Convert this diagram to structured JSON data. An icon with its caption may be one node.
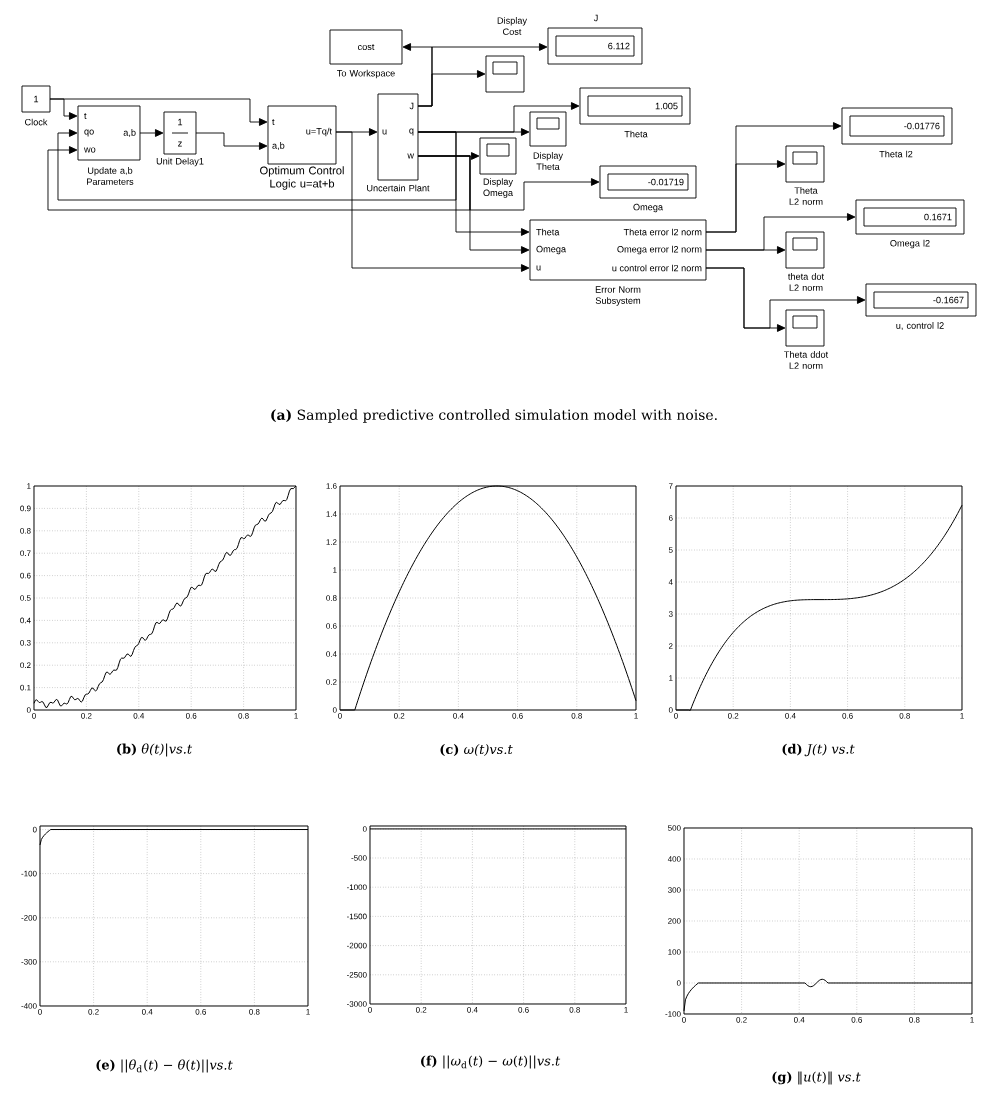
{
  "diagram": {
    "caption": "**(a)** Sampled predictive controlled simulation model with noise.",
    "nodes": [
      {
        "text": [
          "1"
        ],
        "beside": [
          "Clock"
        ]
      },
      {
        "text": [
          "t",
          "qo",
          "wo",
          "a,b"
        ],
        "beside": [
          "Update a,b Parameters"
        ]
      },
      {
        "text": [
          "1",
          "z"
        ],
        "beside": [
          "Unit Delay1"
        ]
      },
      {
        "text": [
          "t",
          "a,b",
          "u=Tq/t"
        ],
        "beside": [
          "Optimum Control Logic u=at+b"
        ]
      },
      {
        "text": [
          "u",
          "J",
          "q",
          "w"
        ],
        "beside": [
          "Uncertain Plant"
        ]
      },
      {
        "text": [
          "cost"
        ],
        "beside": [
          "To Workspace"
        ]
      },
      {
        "text": [],
        "shape": "box",
        "beside": [
          "Display Cost"
        ]
      },
      {
        "text": [
          "6.112"
        ],
        "beside": [
          "J"
        ]
      },
      {
        "text": [
          "1.005"
        ],
        "beside": [
          "Theta"
        ]
      },
      {
        "text": [],
        "shape": "box",
        "beside": [
          "Display Theta"
        ]
      },
      {
        "text": [],
        "shape": "box",
        "beside": [
          "Display Omega"
        ]
      },
      {
        "text": [
          "-0.01719"
        ],
        "beside": [
          "Omega"
        ]
      },
      {
        "text": [
          "Theta",
          "Omega",
          "u",
          "Theta error l2 norm",
          "Omega error l2 norm",
          "u control error l2 norm"
        ],
        "beside": [
          "Error Norm Subsystem"
        ]
      },
      {
        "text": [
          "-0.01776"
        ],
        "beside": [
          "Theta l2"
        ]
      },
      {
        "text": [],
        "shape": "box",
        "beside": [
          "Theta L2 norm"
        ]
      },
      {
        "text": [
          "0.1671"
        ],
        "beside": [
          "Omega l2"
        ]
      },
      {
        "text": [],
        "shape": "box",
        "beside": [
          "theta dot L2 norm"
        ]
      },
      {
        "text": [
          "-0.1667"
        ],
        "beside": [
          "u, control l2"
        ]
      },
      {
        "text": [],
        "shape": "box",
        "beside": [
          "Theta ddot L2 norm"
        ]
      }
    ],
    "edges": [
      {
        "from": 0,
        "to": 1,
        "arrow": "to"
      },
      {
        "from": 0,
        "to": 3,
        "arrow": "to"
      },
      {
        "from": 1,
        "to": 2,
        "arrow": "to"
      },
      {
        "from": 2,
        "to": 3,
        "arrow": "to"
      },
      {
        "from": 3,
        "to": 4,
        "arrow": "to"
      },
      {
        "from": 4,
        "to": 5,
        "arrow": "to"
      },
      {
        "from": 4,
        "to": 6,
        "arrow": "to"
      },
      {
        "from": 4,
        "to": 7,
        "arrow": "to"
      },
      {
        "from": 4,
        "to": 8,
        "arrow": "to"
      },
      {
        "from": 4,
        "to": 9,
        "arrow": "to"
      },
      {
        "from": 4,
        "to": 1,
        "arrow": "to"
      },
      {
        "from": 4,
        "to": 12,
        "arrow": "to"
      },
      {
        "from": 4,
        "to": 10,
        "arrow": "to"
      },
      {
        "from": 4,
        "to": 11,
        "arrow": "to"
      },
      {
        "from": 4,
        "to": 1,
        "arrow": "to"
      },
      {
        "from": 4,
        "to": 12,
        "arrow": "to"
      },
      {
        "from": 3,
        "to": 12,
        "arrow": "to"
      },
      {
        "from": 12,
        "to": 13,
        "arrow": "to"
      },
      {
        "from": 12,
        "to": 14,
        "arrow": "to"
      },
      {
        "from": 12,
        "to": 15,
        "arrow": "to"
      },
      {
        "from": 12,
        "to": 16,
        "arrow": "to"
      },
      {
        "from": 12,
        "to": 17,
        "arrow": "to"
      },
      {
        "from": 12,
        "to": 18,
        "arrow": "to"
      }
    ],
    "labels": [
      "1",
      "0.9",
      "0.8",
      "0.7",
      "0.6",
      "0.5",
      "0.4",
      "0.3",
      "0.2",
      "0.1",
      "0",
      "0",
      "0.2",
      "0.4",
      "0.6",
      "0.8",
      "1",
      "**(b)** *θ(t)|vs.t*",
      "1.6",
      "1.4",
      "1.2",
      "1",
      "0.8",
      "0.6",
      "0.4",
      "0.2",
      "0",
      "0",
      "0.2",
      "0.4",
      "0.6",
      "0.8",
      "1",
      "**(c)** *ω(t)vs.t*",
      "7",
      "6",
      "5",
      "4",
      "3",
      "2",
      "1",
      "0",
      "0",
      "0.2",
      "0.4",
      "0.6",
      "0.8",
      "1",
      "**(d)** *J(t) vs.t*",
      "0",
      "-100",
      "-200",
      "-300",
      "-400",
      "0",
      "0.2",
      "0.4",
      "0.6",
      "0.8",
      "1",
      "**(e)** ||*θ*$_{d}$(*t*) − *θ*(*t*)||*vs.t*",
      "0",
      "-500",
      "-1000",
      "-1500",
      "-2000",
      "-2500",
      "-3000",
      "0",
      "0.2",
      "0.4",
      "0.6",
      "0.8",
      "1",
      "**(f)** ||*ω*$_{d}$(*t*) − *ω*(*t*)||*vs.t*",
      "500",
      "400",
      "300",
      "200",
      "100",
      "0",
      "-100",
      "0",
      "0.2",
      "0.4",
      "0.6",
      "0.8",
      "1",
      "**(g)** ‖*u*(*t*)‖ *vs.t*"
    ]
  }
}
